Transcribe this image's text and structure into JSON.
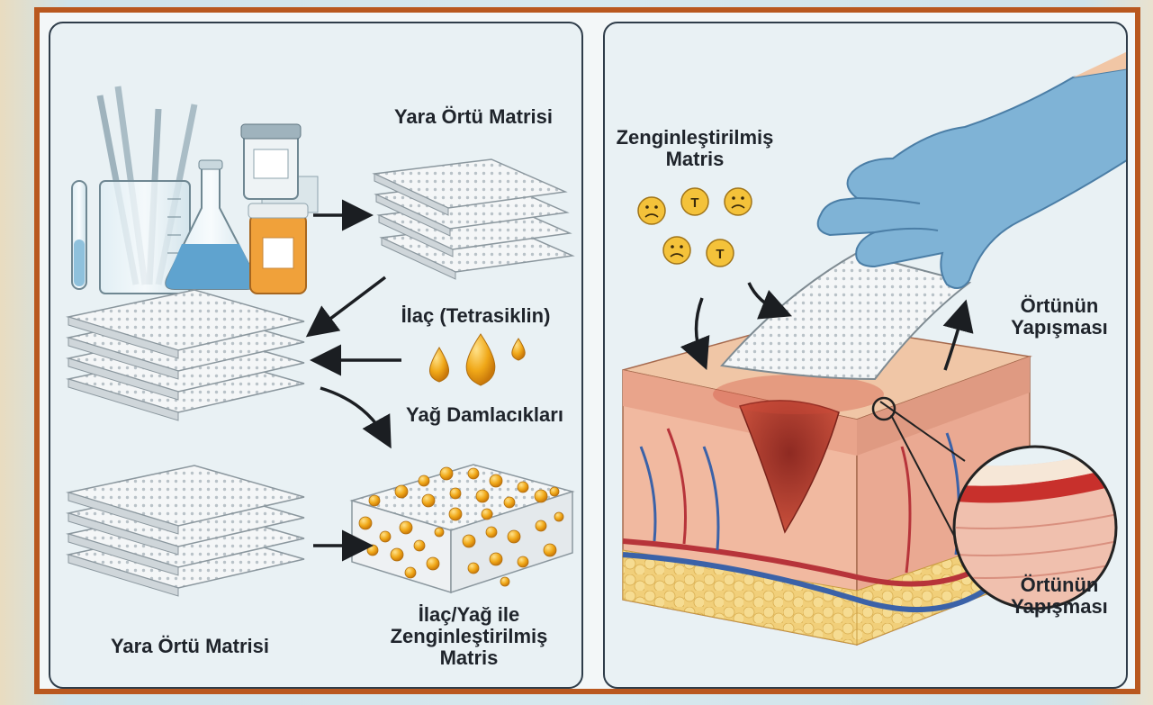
{
  "left": {
    "top_label": "Yara Örtü Matrisi",
    "drug_label": "İlaç (Tetrasiklin)",
    "oil_label": "Yağ Damlacıkları",
    "bottom_label": "Yara Örtü Matrisi",
    "enriched_label": [
      "İlaç/Yağ ile",
      "Zenginleştirilmiş",
      "Matris"
    ]
  },
  "right": {
    "enriched_label": [
      "Zenginleştirilmiş",
      "Matris"
    ],
    "adhesion_label_top": [
      "Örtünün",
      "Yapışması"
    ],
    "adhesion_label_bottom": [
      "Örtünün",
      "Yapışması"
    ],
    "drug_marker": "T"
  },
  "colors": {
    "frame": "#b9581f",
    "panel_bg": "#e9f1f4",
    "oil": "#f0a818",
    "glove": "#7fb3d6",
    "skin": "#e9a48b",
    "fat": "#f1cf7a",
    "wound": "#b8342a"
  }
}
